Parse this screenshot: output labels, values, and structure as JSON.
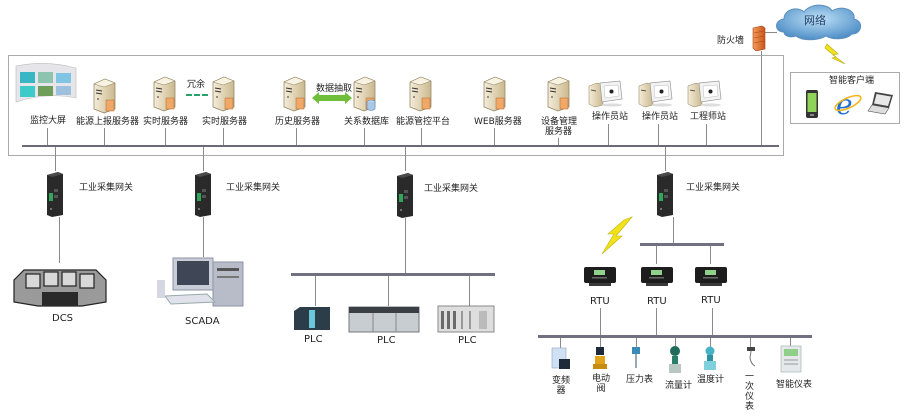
{
  "network": {
    "cloud_label": "网络",
    "firewall_label": "防火墙",
    "client_zone_label": "智能客户端",
    "clients": [
      "smartphone",
      "ie-browser",
      "laptop"
    ]
  },
  "top_layer": {
    "redundancy_label": "冗余",
    "data_extract_label": "数据抽取",
    "nodes": [
      {
        "label": "监控大屏",
        "type": "video-wall"
      },
      {
        "label": "能源上报服务器",
        "type": "server"
      },
      {
        "label": "实时服务器",
        "type": "server"
      },
      {
        "label": "实时服务器",
        "type": "server"
      },
      {
        "label": "历史服务器",
        "type": "server"
      },
      {
        "label": "关系数据库",
        "type": "database-server"
      },
      {
        "label": "能源管控平台",
        "type": "server"
      },
      {
        "label": "WEB服务器",
        "type": "server"
      },
      {
        "label": "设备管理",
        "label2": "服务器",
        "type": "server"
      },
      {
        "label": "操作员站",
        "type": "workstation"
      },
      {
        "label": "操作员站",
        "type": "workstation"
      },
      {
        "label": "工程师站",
        "type": "workstation"
      }
    ]
  },
  "gateways": [
    {
      "label": "工业采集网关"
    },
    {
      "label": "工业采集网关"
    },
    {
      "label": "工业采集网关"
    },
    {
      "label": "工业采集网关"
    }
  ],
  "field": {
    "dcs_label": "DCS",
    "scada_label": "SCADA",
    "plcs": [
      "PLC",
      "PLC",
      "PLC"
    ],
    "rtus": [
      "RTU",
      "RTU",
      "RTU"
    ],
    "instruments": [
      {
        "label": "变频器",
        "vertical": false,
        "lines": [
          "变频",
          "器"
        ]
      },
      {
        "label": "电动阀",
        "vertical": false,
        "lines": [
          "电动",
          "阀"
        ]
      },
      {
        "label": "压力表",
        "lines": [
          "压力表"
        ]
      },
      {
        "label": "流量计",
        "lines": [
          "流量计"
        ]
      },
      {
        "label": "温度计",
        "lines": [
          "温度计"
        ]
      },
      {
        "label": "一次仪表",
        "lines": [
          "一",
          "次",
          "仪",
          "表"
        ]
      },
      {
        "label": "智能仪表",
        "lines": [
          "智能仪表"
        ]
      }
    ]
  },
  "colors": {
    "bus": "#707080",
    "line": "#8a8a8a",
    "redundancy_dash": "#2aa36b",
    "arrow": "#6fbf3a",
    "lightning": "#f2e21a",
    "firewall": "#e8763a",
    "cloud": "#6fa6d6"
  }
}
